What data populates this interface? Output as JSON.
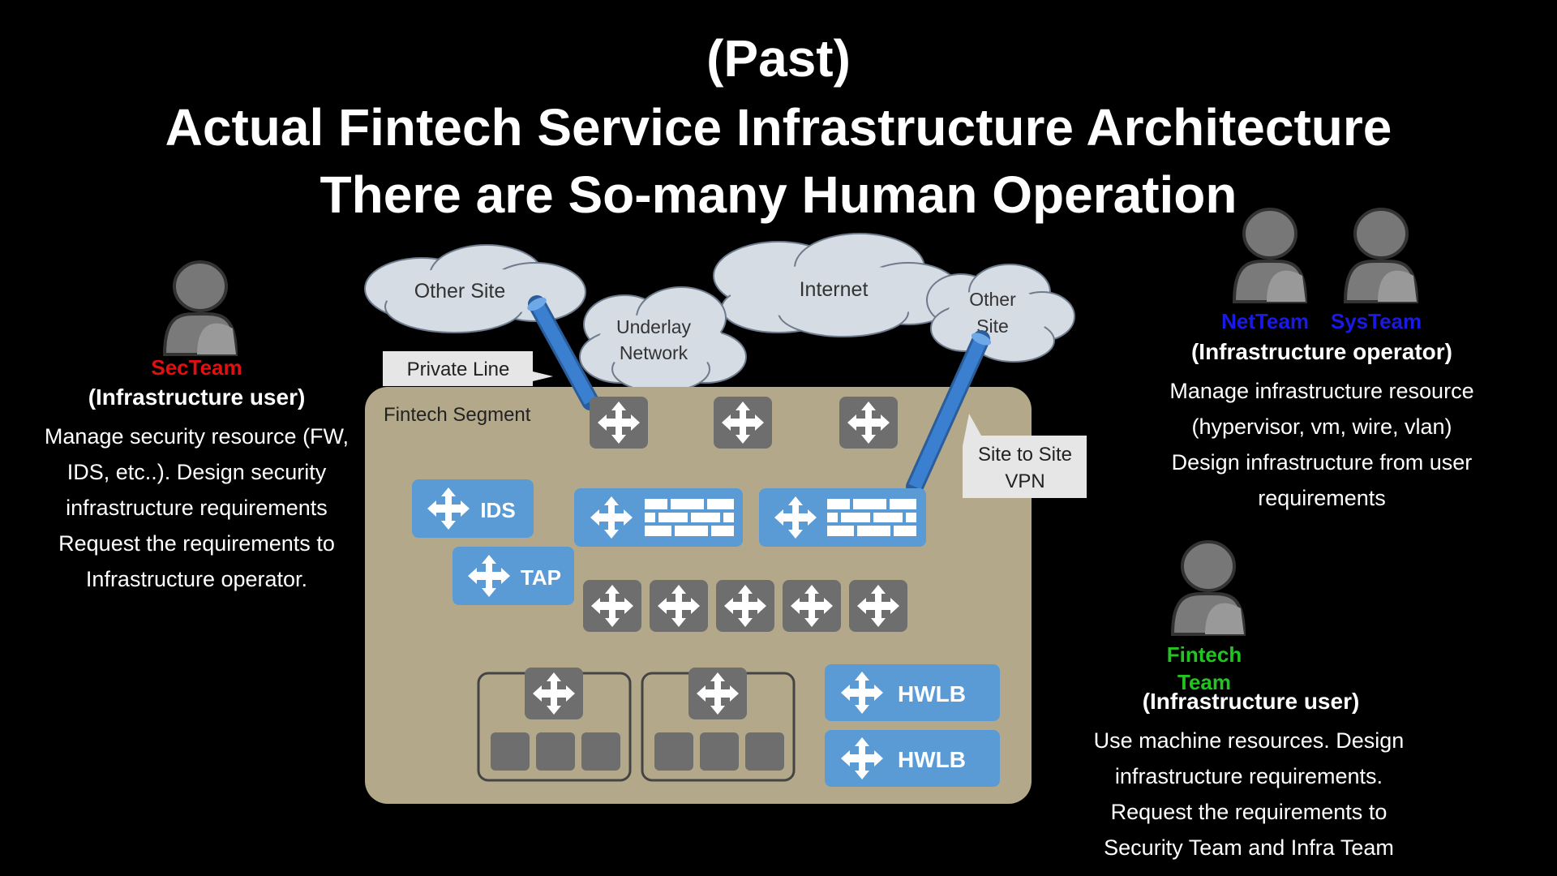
{
  "title": {
    "line1": "(Past)",
    "line2": "Actual Fintech Service Infrastructure Architecture",
    "line3": "There are So-many Human Operation"
  },
  "clouds": {
    "other_site_left": "Other Site",
    "internet": "Internet",
    "underlay_line1": "Underlay",
    "underlay_line2": "Network",
    "other_site_right_line1": "Other",
    "other_site_right_line2": "Site"
  },
  "callouts": {
    "private_line": "Private Line",
    "vpn_line1": "Site to Site",
    "vpn_line2": "VPN"
  },
  "segment": {
    "label": "Fintech Segment"
  },
  "devices": {
    "ids": "IDS",
    "tap": "TAP",
    "hwlb1": "HWLB",
    "hwlb2": "HWLB"
  },
  "sec_team": {
    "name": "SecTeam",
    "name_color": "#e01010",
    "role": "(Infrastructure user)",
    "desc": [
      "Manage security resource (FW,",
      "IDS, etc..). Design security",
      "infrastructure requirements",
      "Request the requirements to",
      "Infrastructure operator."
    ]
  },
  "operators": {
    "net_team": "NetTeam",
    "sys_team": "SysTeam",
    "name_color": "#1a1ae6",
    "role": "(Infrastructure operator)",
    "desc": [
      "Manage infrastructure resource",
      "(hypervisor, vm, wire, vlan)",
      "Design infrastructure from user",
      "requirements"
    ]
  },
  "fintech_team": {
    "name_line1": "Fintech",
    "name_line2": "Team",
    "name_color": "#22c422",
    "role": "(Infrastructure user)",
    "desc": [
      "Use machine resources. Design",
      "infrastructure requirements.",
      "Request the requirements to",
      "Security Team and Infra Team"
    ]
  },
  "colors": {
    "segment_fill": "#b3a98a",
    "device_blue": "#5b9bd5",
    "router_gray": "#6e6e6e",
    "cloud_fill": "#d6dce4",
    "callout_fill": "#e6e6e6",
    "pipe_blue": "#3a7fd0"
  }
}
